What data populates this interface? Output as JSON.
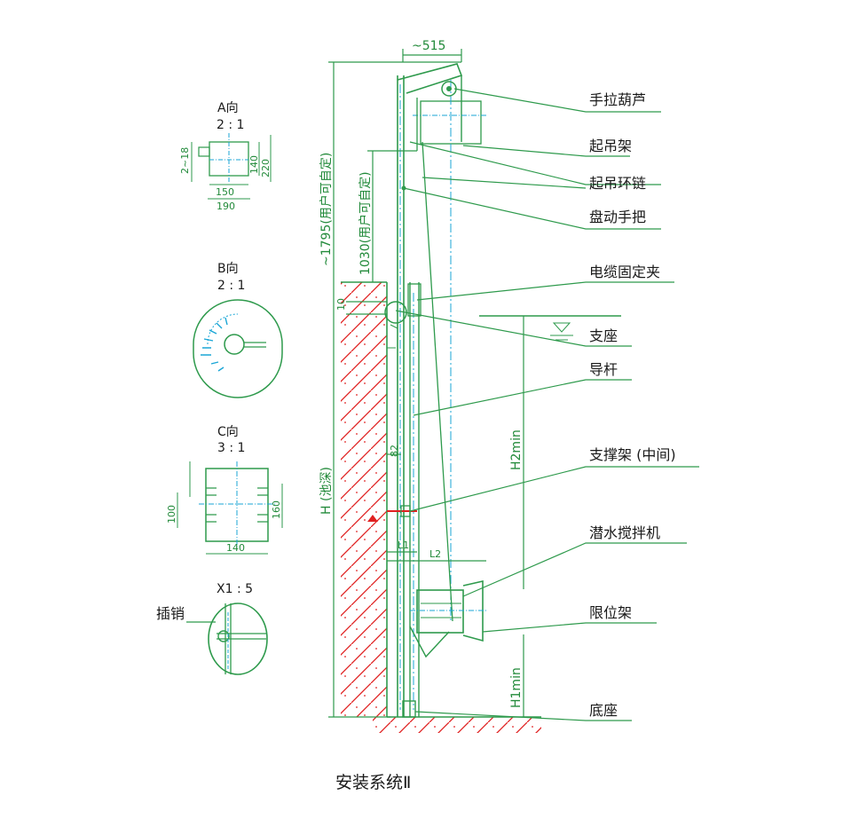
{
  "title": "安装系统Ⅱ",
  "colors": {
    "line": "#2e9a4c",
    "center": "#1aa6d6",
    "wall_hatch": "#e02020",
    "water": "#2e9a4c"
  },
  "callouts": [
    {
      "key": "hoist",
      "text": "手拉葫芦"
    },
    {
      "key": "lifting_frame",
      "text": "起吊架"
    },
    {
      "key": "chain",
      "text": "起吊环链"
    },
    {
      "key": "handle",
      "text": "盘动手把"
    },
    {
      "key": "cable_clamp",
      "text": "电缆固定夹"
    },
    {
      "key": "support_seat",
      "text": "支座"
    },
    {
      "key": "guide_rod",
      "text": "导杆"
    },
    {
      "key": "mid_bracket",
      "text": "支撑架 (中间)"
    },
    {
      "key": "mixer",
      "text": "潜水搅拌机"
    },
    {
      "key": "limit_frame",
      "text": "限位架"
    },
    {
      "key": "base",
      "text": "底座"
    }
  ],
  "views": {
    "a": {
      "title": "A向",
      "scale": "2 : 1",
      "dims": [
        "2~18",
        "140",
        "220",
        "150",
        "190"
      ]
    },
    "b": {
      "title": "B向",
      "scale": "2 : 1"
    },
    "c": {
      "title": "C向",
      "scale": "3 : 1",
      "dims": [
        "100",
        "160",
        "140"
      ]
    },
    "x": {
      "title": "X1 : 5",
      "pin": "插销"
    }
  },
  "dimensions": {
    "width_top": "~515",
    "height_total": "~1795(用户可自定)",
    "height_upper": "1030(用户可自定)",
    "pool_depth": "H (池深)",
    "h2": "H2min",
    "h1": "H1min",
    "l1": "L1",
    "l2": "L2",
    "small_10": "10",
    "small_82": "82"
  }
}
